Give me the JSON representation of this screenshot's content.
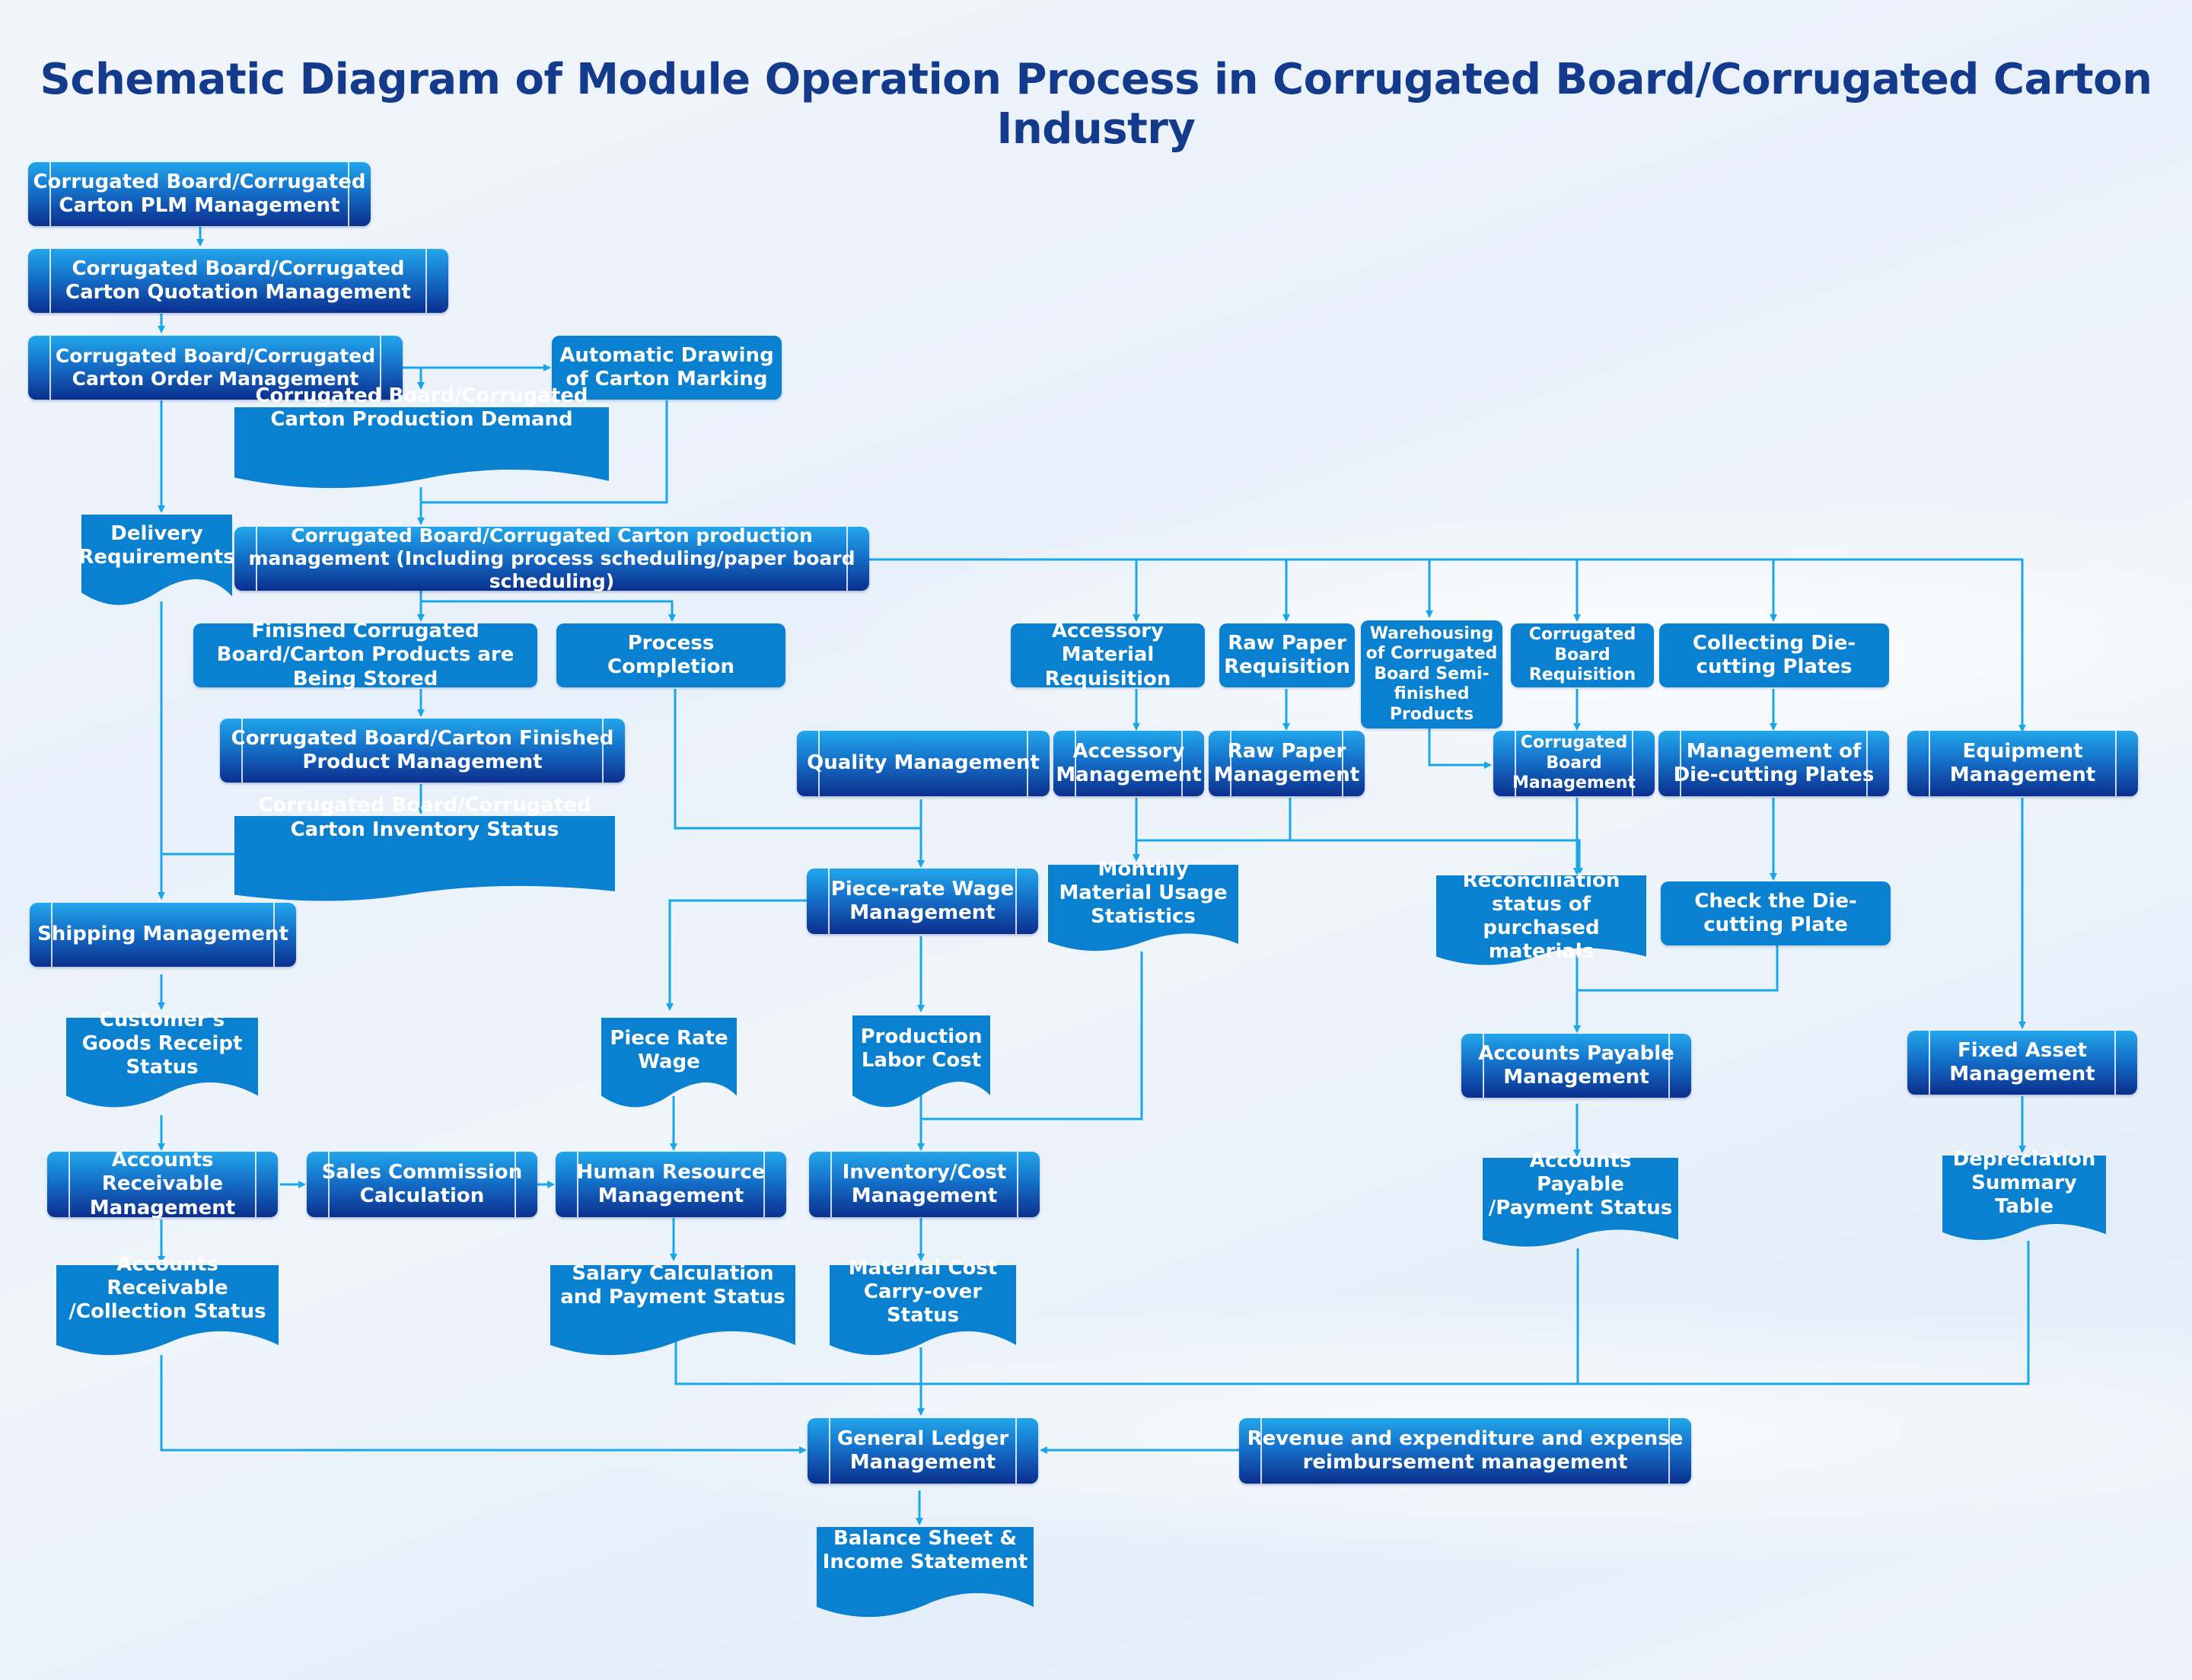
{
  "title": "Schematic Diagram of Module Operation Process in Corrugated Board/Corrugated Carton Industry",
  "colors": {
    "title": "#143a8c",
    "connector": "#1aa7e6",
    "process_top": "#22a6ea",
    "process_bottom": "#0b2f8e",
    "box_fill": "#0a80d1"
  },
  "nodes": {
    "plm": "Corrugated Board/Corrugated Carton PLM Management",
    "quotation": "Corrugated Board/Corrugated Carton Quotation Management",
    "order": "Corrugated Board/Corrugated Carton Order Management",
    "carton_marking": "Automatic Drawing of Carton Marking",
    "production_demand": "Corrugated Board/Corrugated Carton Production Demand",
    "delivery_requirements": "Delivery Requirements",
    "production_management": "Corrugated Board/Corrugated Carton production management (Including process scheduling/paper board scheduling)",
    "finished_stored": "Finished Corrugated Board/Carton Products are Being Stored",
    "process_completion": "Process Completion",
    "finished_product_mgmt": "Corrugated Board/Carton Finished Product Management",
    "inventory_status": "Corrugated Board/Corrugated Carton Inventory Status",
    "shipping": "Shipping Management",
    "accessory_req": "Accessory Material Requisition",
    "raw_paper_req": "Raw Paper Requisition",
    "semi_finished": "Warehousing of Corrugated Board Semi-finished Products",
    "board_req": "Corrugated Board Requisition",
    "collect_die": "Collecting Die-cutting Plates",
    "quality": "Quality Management",
    "accessory_mgmt": "Accessory Management",
    "raw_paper_mgmt": "Raw Paper Management",
    "board_mgmt": "Corrugated Board Management",
    "die_mgmt": "Management of Die-cutting Plates",
    "equipment": "Equipment Management",
    "piece_rate_mgmt": "Piece-rate Wage Management",
    "monthly_usage": "Monthly Material Usage Statistics",
    "reconciliation": "Reconciliation status of purchased materials",
    "check_die": "Check the Die-cutting Plate",
    "customer_receipt": "Customer's Goods Receipt Status",
    "piece_rate_wage": "Piece Rate Wage",
    "labor_cost": "Production Labor Cost",
    "ap_mgmt": "Accounts Payable Management",
    "fixed_asset": "Fixed Asset Management",
    "ar_mgmt": "Accounts Receivable Management",
    "sales_commission": "Sales Commission Calculation",
    "hr_mgmt": "Human Resource Management",
    "inventory_cost": "Inventory/Cost Management",
    "ap_status": "Accounts Payable /Payment Status",
    "depreciation": "Depreciation Summary Table",
    "ar_status": "Accounts Receivable /Collection Status",
    "salary_status": "Salary Calculation and Payment Status",
    "material_carryover": "Material Cost Carry-over Status",
    "general_ledger": "General Ledger Management",
    "revenue_expense": "Revenue and expenditure and expense reimbursement management",
    "balance_sheet": "Balance Sheet & Income Statement"
  }
}
